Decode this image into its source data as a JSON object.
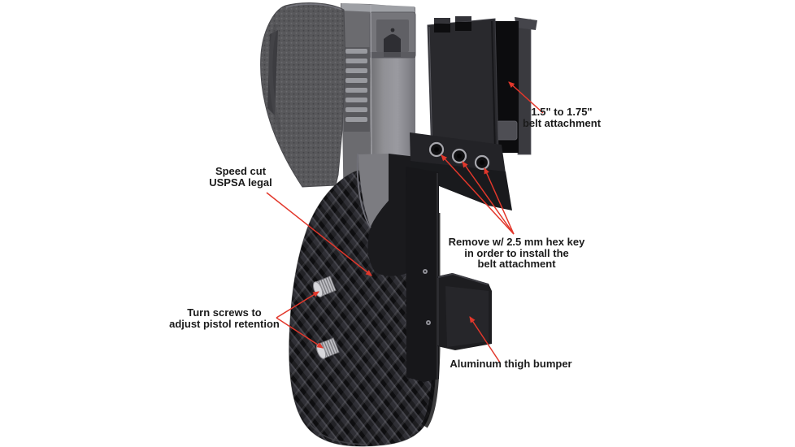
{
  "colors": {
    "background": "#ffffff",
    "arrow": "#e2372b",
    "label_text": "#1b1b1b",
    "carbon_fiber_dark": "#0e0e10",
    "carbon_fiber_light": "#232327",
    "pistol_slide_gray": "#8f8f94",
    "hardware_black": "#1d1d20"
  },
  "callouts": {
    "belt_attachment": {
      "line1": "1.5\" to 1.75\"",
      "line2": "belt attachment"
    },
    "speed_cut": {
      "line1": "Speed cut",
      "line2": "USPSA legal"
    },
    "hex_screws": {
      "line1": "Remove w/ 2.5 mm hex key",
      "line2": "in order to install the",
      "line3": "belt attachment"
    },
    "retention_screws": {
      "line1": "Turn screws to",
      "line2": "adjust pistol retention"
    },
    "thigh_bumper": {
      "line1": "Aluminum thigh bumper"
    }
  },
  "image": {
    "description": "Competition pistol holster with carbon fiber shell holding a pistol, black belt attachment, hex mounting screws, retention screws and aluminum thigh bumper on a white background"
  }
}
